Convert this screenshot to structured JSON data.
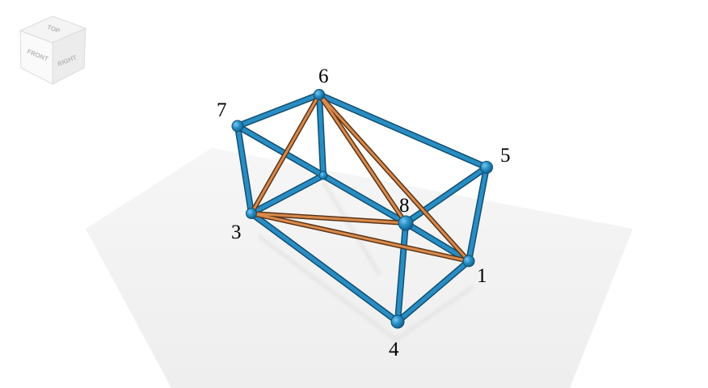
{
  "view_cube": {
    "top_label": "TOP",
    "front_label": "FRONT",
    "right_label": "RIGHT"
  },
  "scene": {
    "colors": {
      "background": "#ffffff",
      "ground": "#f2f2f2",
      "edge": "#2a83b5",
      "diagonal": "#c87a3e",
      "vertex": "#2290c8"
    },
    "vertex_labels": {
      "v1": "1",
      "v3": "3",
      "v4": "4",
      "v5": "5",
      "v6": "6",
      "v7": "7",
      "v8": "8"
    }
  }
}
